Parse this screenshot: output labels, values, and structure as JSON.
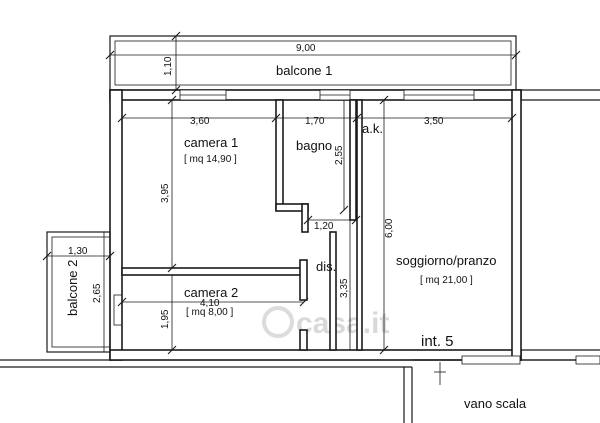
{
  "rooms": {
    "balcone1": {
      "label": "balcone 1"
    },
    "balcone2": {
      "label": "balcone 2"
    },
    "camera1": {
      "label": "camera 1",
      "area": "[ mq 14,90 ]"
    },
    "camera2": {
      "label": "camera 2",
      "area": "[ mq 8,00 ]"
    },
    "bagno": {
      "label": "bagno"
    },
    "ak": {
      "label": "a.k."
    },
    "dis": {
      "label": "dis."
    },
    "soggiorno": {
      "label": "soggiorno/pranzo",
      "area": "[ mq 21,00 ]"
    },
    "vano_scala": {
      "label": "vano scala"
    }
  },
  "unit_label": "int. 5",
  "dimensions": {
    "total_width": "9,00",
    "balcone1_depth": "1,10",
    "camera1_width": "3,60",
    "bagno_width": "1,70",
    "soggiorno_width": "3,50",
    "bagno_depth": "2,55",
    "camera1_depth": "3,95",
    "corridor_width": "1,20",
    "soggiorno_depth": "6,00",
    "dis_length": "3,35",
    "camera2_width": "4,10",
    "camera2_depth": "1,95",
    "balcone2_width": "1,30",
    "balcone2_depth": "2,65"
  },
  "watermark": "casa.it"
}
